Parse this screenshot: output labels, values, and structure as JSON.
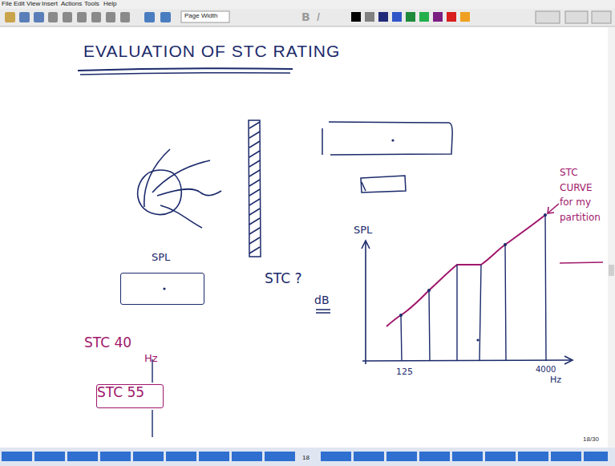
{
  "diagram": {
    "title": "EVALUATION OF STC RATING",
    "nodes": [
      {
        "text": [
          "SPL"
        ]
      },
      {
        "text": [
          "STC 55"
        ]
      }
    ],
    "labels": [
      "File",
      "Edit",
      "View",
      "Insert",
      "Actions",
      "Tools",
      "Help",
      "Page Width",
      "B",
      "I",
      "STC ?",
      "STC 40",
      "Hz",
      "SPL",
      "dB",
      "125",
      "4000",
      "Hz",
      "STC CURVE for my partition",
      "18",
      "18/30"
    ]
  }
}
